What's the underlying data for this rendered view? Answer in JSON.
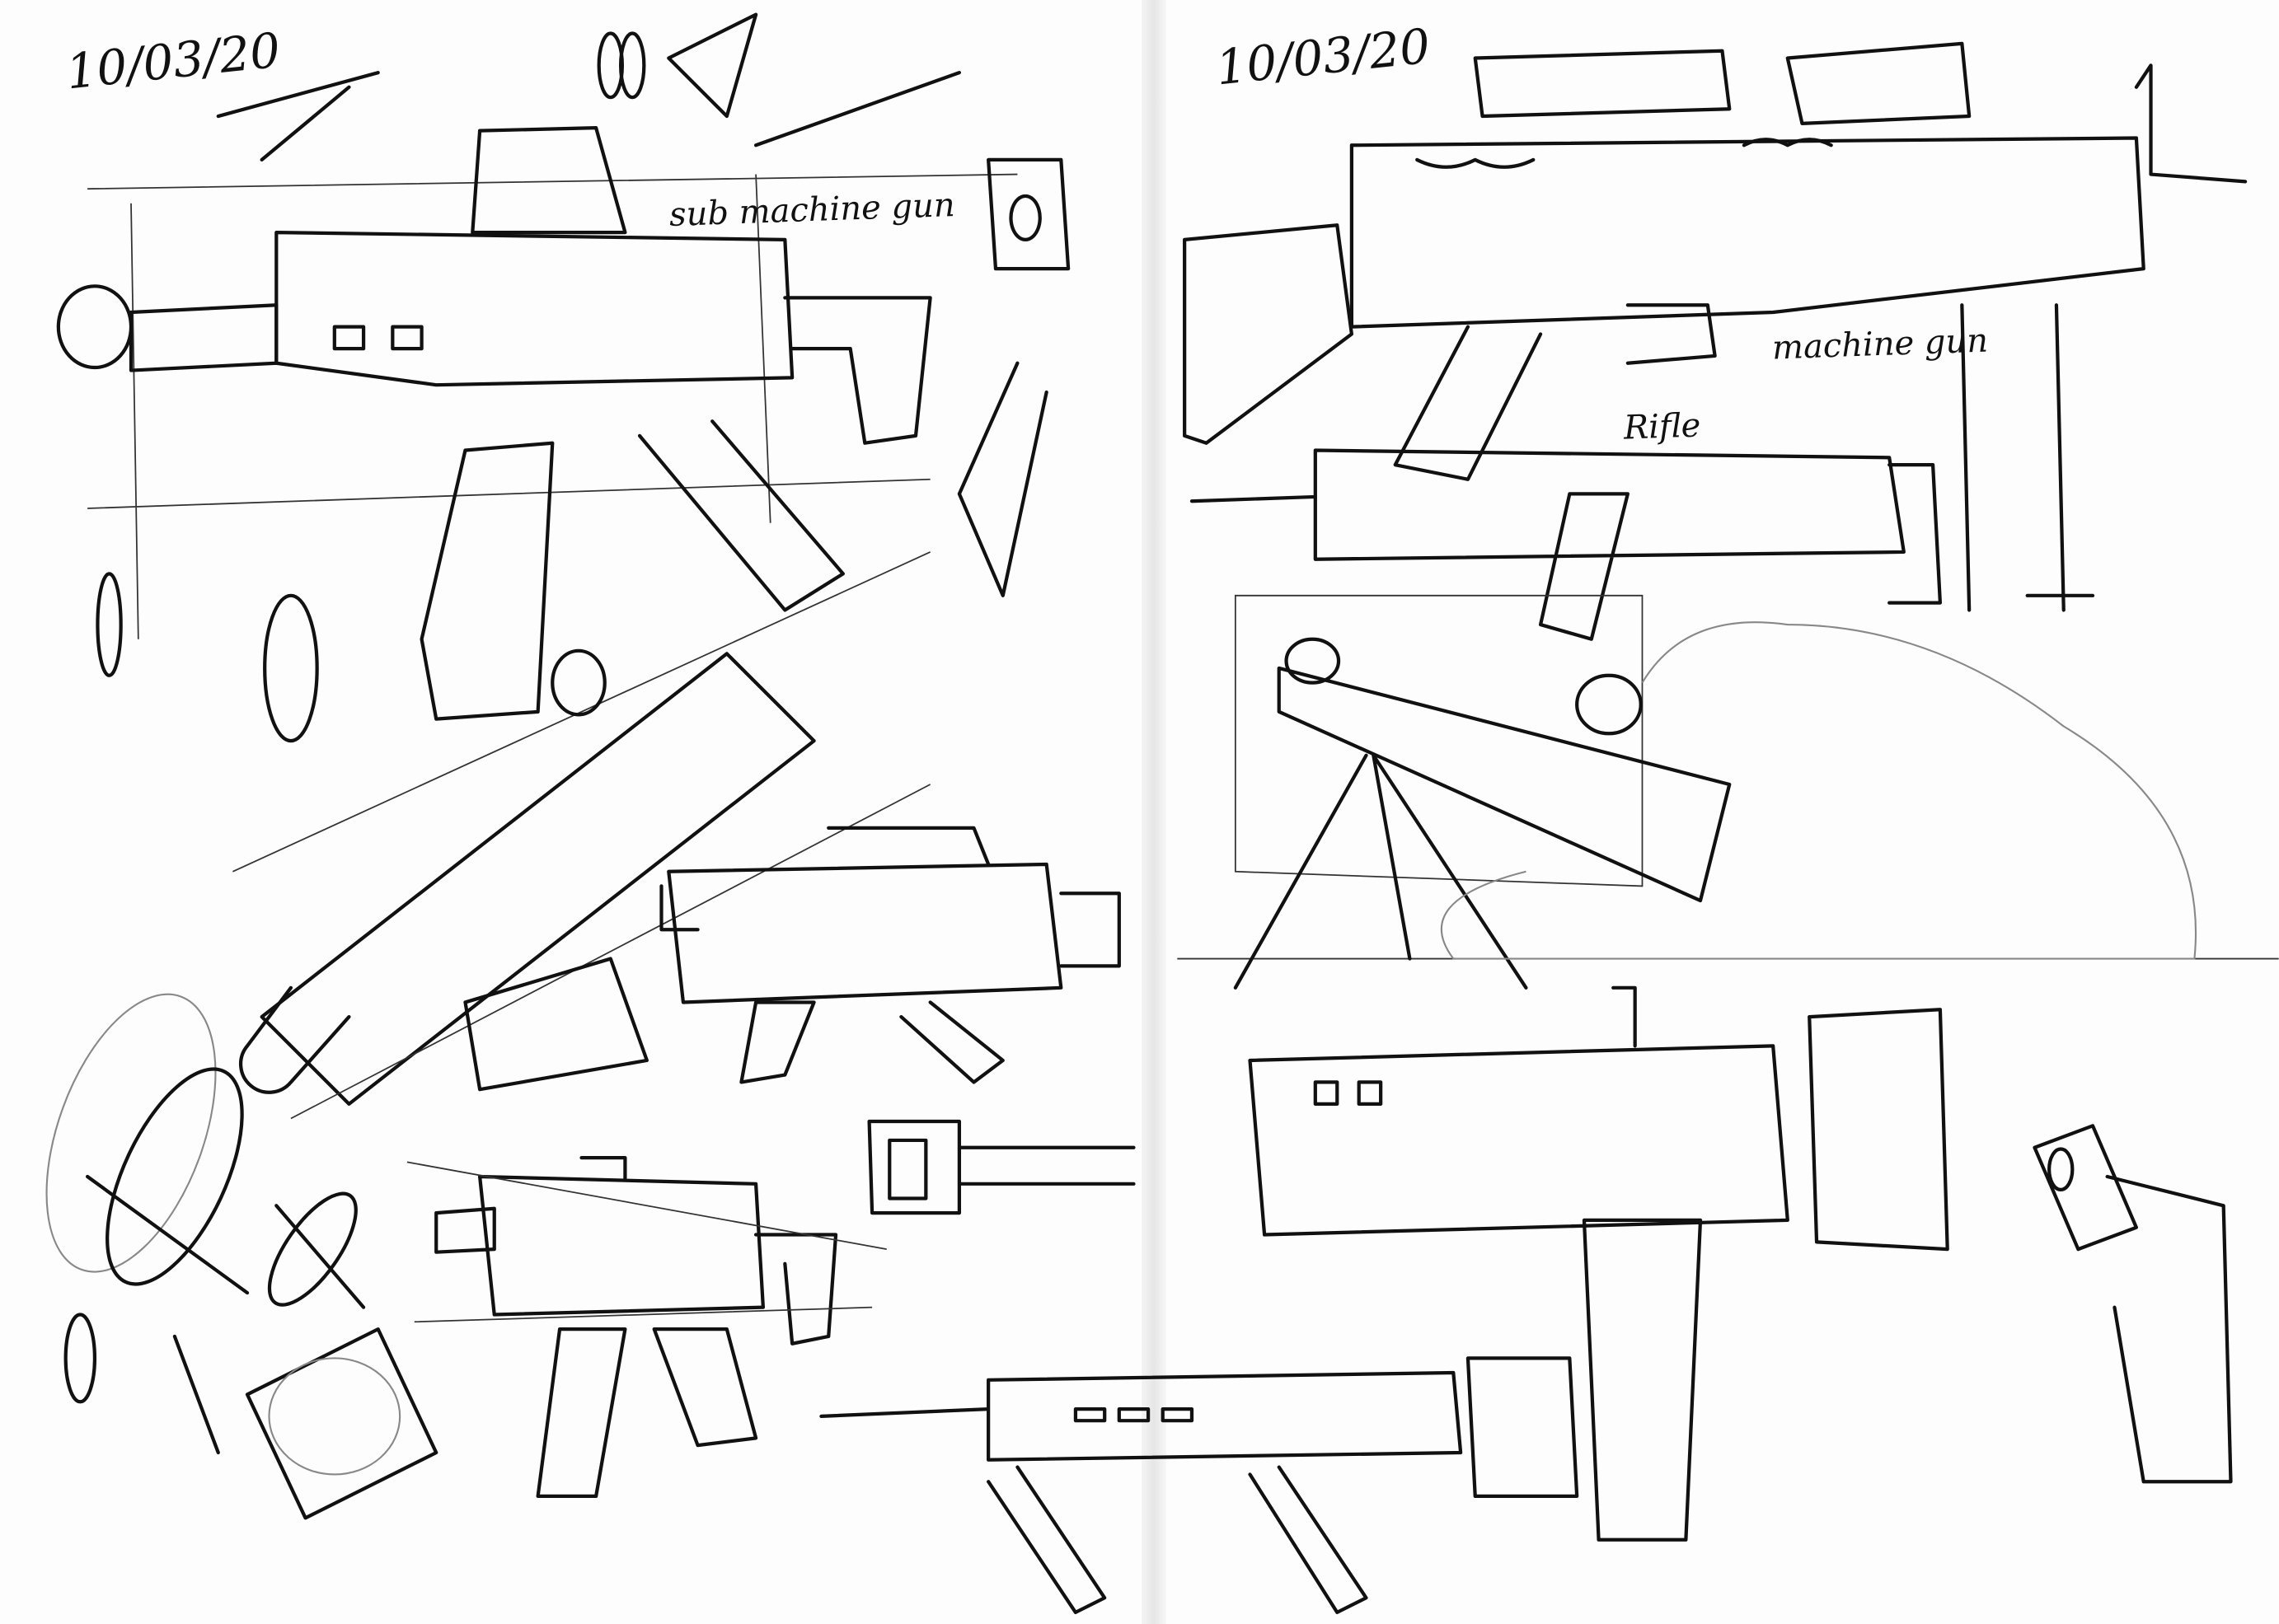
{
  "left_page": {
    "date": "10/03/20",
    "labels": {
      "submachine_gun": "sub machine gun"
    }
  },
  "right_page": {
    "date": "10/03/20",
    "labels": {
      "machine_gun": "machine gun",
      "rifle": "Rifle"
    }
  },
  "colors": {
    "paper": "#fdfdfd",
    "ink": "#111111",
    "pencil": "#888888"
  }
}
